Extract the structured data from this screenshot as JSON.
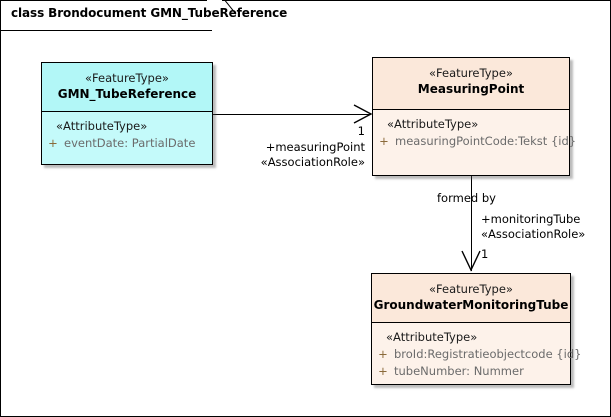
{
  "diagram": {
    "tab_label": "class Brondocument GMN_TubeReference",
    "colors": {
      "cyan_header": "#b2f7f7",
      "cyan_body": "#c4fafa",
      "peach_header": "#fbe8da",
      "peach_body": "#fdf2ea",
      "line": "#000000",
      "attribute_text": "#6b6b6b",
      "visibility_marker": "#8a6a3a"
    }
  },
  "classes": [
    {
      "id": "gmn-tubereference",
      "stereotype": "«FeatureType»",
      "name": "GMN_TubeReference",
      "attr_stereotype": "«AttributeType»",
      "attributes": [
        {
          "visibility": "+",
          "text": "eventDate: PartialDate"
        }
      ]
    },
    {
      "id": "measuringpoint",
      "stereotype": "«FeatureType»",
      "name": "MeasuringPoint",
      "attr_stereotype": "«AttributeType»",
      "attributes": [
        {
          "visibility": "+",
          "text": "measuringPointCode:Tekst {id}"
        }
      ]
    },
    {
      "id": "groundwatermonitoringtube",
      "stereotype": "«FeatureType»",
      "name": "GroundwaterMonitoringTube",
      "attr_stereotype": "«AttributeType»",
      "attributes": [
        {
          "visibility": "+",
          "text": "broId:Registratieobjectcode {id}"
        },
        {
          "visibility": "+",
          "text": "tubeNumber: Nummer"
        }
      ]
    }
  ],
  "associations": [
    {
      "id": "tubereference-to-measuringpoint",
      "source": "GMN_TubeReference",
      "target": "MeasuringPoint",
      "multiplicity": "1",
      "role": "+measuringPoint",
      "role_stereotype": "«AssociationRole»",
      "name": ""
    },
    {
      "id": "measuringpoint-to-monitoringtube",
      "source": "MeasuringPoint",
      "target": "GroundwaterMonitoringTube",
      "name": "formed by",
      "multiplicity": "1",
      "role": "+monitoringTube",
      "role_stereotype": "«AssociationRole»"
    }
  ]
}
